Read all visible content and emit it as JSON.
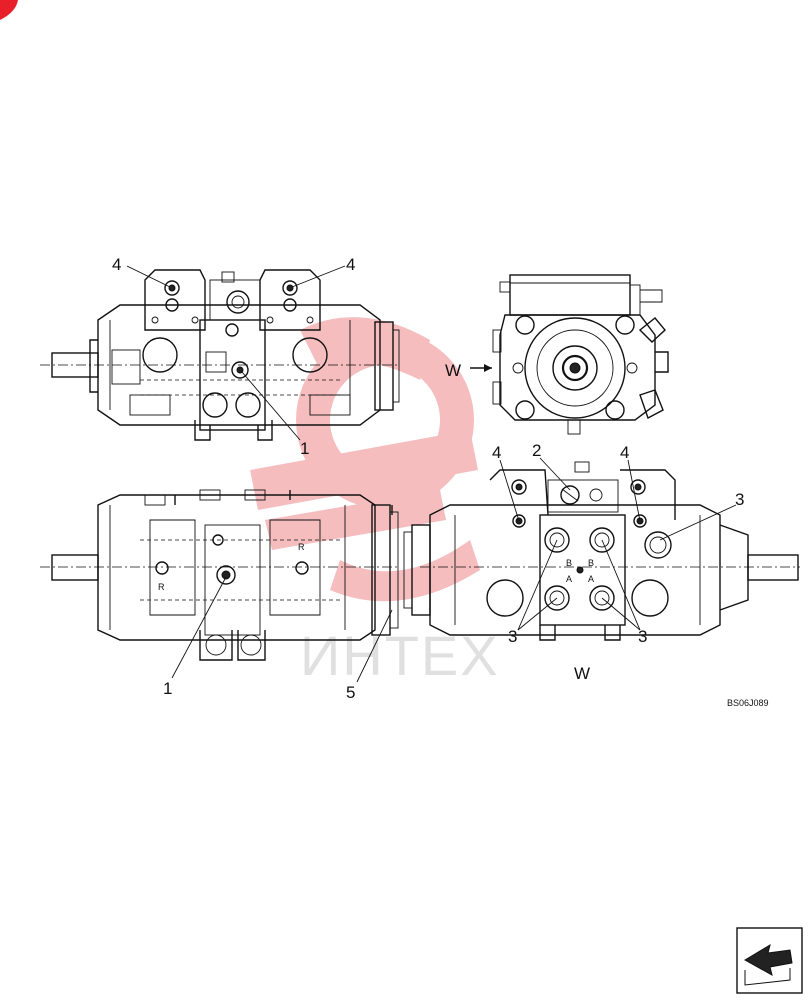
{
  "callouts": {
    "c1_top": "1",
    "c1_bottom": "1",
    "c2": "2",
    "c3_right": "3",
    "c3_left_bottom": "3",
    "c3_right_bottom": "3",
    "c4_tl": "4",
    "c4_tr": "4",
    "c4_br_left": "4",
    "c4_br_right": "4",
    "c5": "5"
  },
  "view_label_arrow": "W",
  "view_label_bottom": "W",
  "drawing_code": "BS06J089",
  "watermark_text": "ИНТЕХ",
  "port_labels": {
    "b1": "B",
    "b2": "B",
    "a1": "A",
    "a2": "A",
    "r1": "R",
    "r2": "R"
  },
  "colors": {
    "watermark": "#e8454a",
    "line": "#111111",
    "corner_mark": "#e8202a"
  },
  "icons": [
    "nav-arrow-icon",
    "watermark-logo-icon"
  ]
}
